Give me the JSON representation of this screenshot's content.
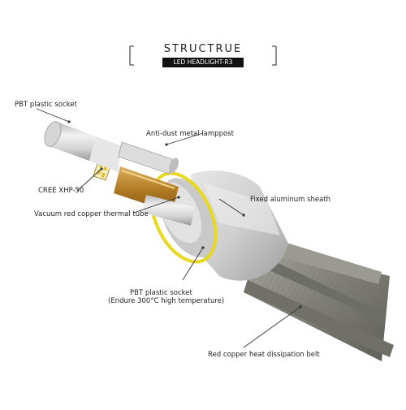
{
  "header": {
    "title": "STRUCTRUE",
    "subtitle": "LED HEADLIGHT-R3"
  },
  "callouts": {
    "pbt_socket": "PBT plastic socket",
    "anti_dust": "Anti-dust metal lamppost",
    "cree": "CREE XHP-50",
    "vacuum_tube": "Vacuum red copper thermal tube",
    "sheath": "Fixed aluminum sheath",
    "pbt_socket2_line1": "PBT plastic socket",
    "pbt_socket2_line2": "(Endure 300°C high temperature)",
    "heat_belt": "Red copper heat dissipation belt"
  },
  "colors": {
    "ring": "#e8d820",
    "led_gold": "#c8912e",
    "metal": "#d8d8d8",
    "belt": "#8a8a82"
  }
}
